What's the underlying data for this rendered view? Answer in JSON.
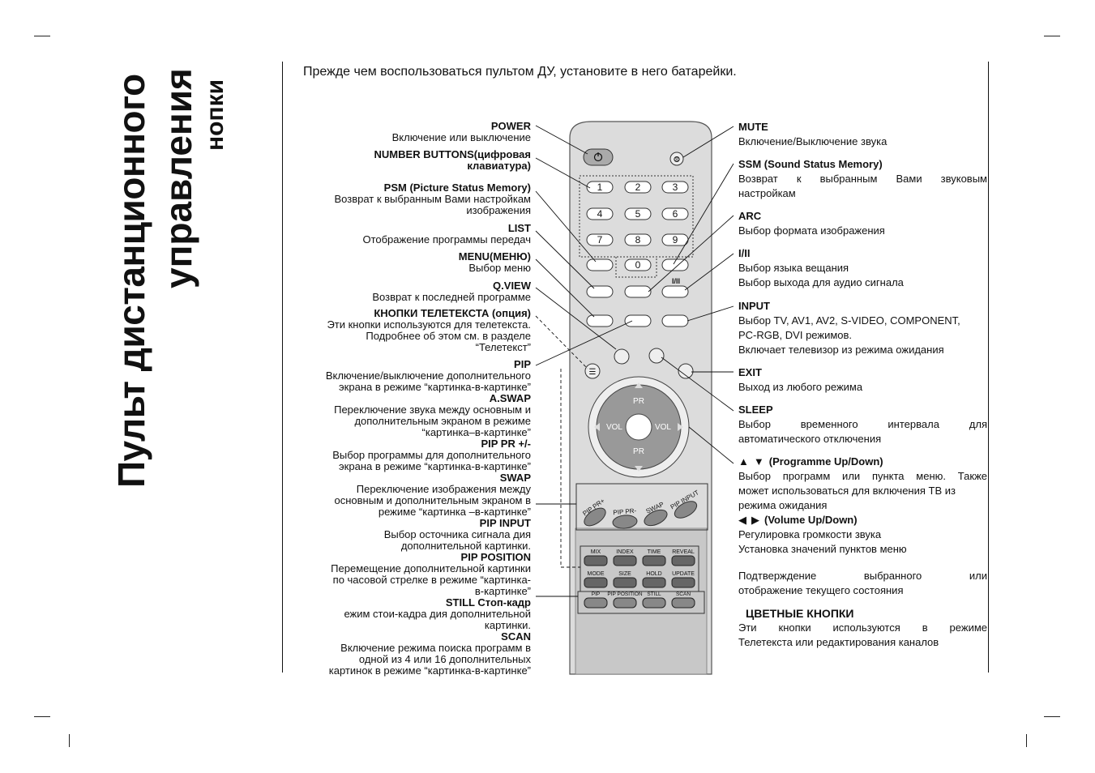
{
  "sidebar": {
    "title_line1": "Пульт дистанционного",
    "title_line2": "управления",
    "subtitle": "нопки"
  },
  "intro": "Прежде чем воспользоваться пультом ДУ, установите в него батарейки.",
  "left_labels": [
    {
      "title": "POWER",
      "text": [
        "Включение или выключение"
      ]
    },
    {
      "title": "NUMBER BUTTONS(цифровая",
      "text_bold": "клавиатура)"
    },
    {
      "title": "PSM (Picture Status Memory)",
      "text": [
        "Возврат к выбранным Вами настройкам",
        "изображения"
      ]
    },
    {
      "title": "LIST",
      "text": [
        "Отображение программы передач"
      ]
    },
    {
      "title": "MENU(МЕНЮ)",
      "text": [
        "Выбор меню"
      ]
    },
    {
      "title": "Q.VIEW",
      "text": [
        "Возврат к последней программе"
      ]
    },
    {
      "title": "КНОПКИ ТЕЛЕТЕКСТА (опция)",
      "text": [
        "Эти кнопки используются для телетекста.",
        "Подробнее об этом см. в разделе",
        "“Телетекст”"
      ]
    },
    {
      "title": "PIP",
      "text": [
        "Включение/выключение дополнительного",
        "экрана в режиме “картинка-в-картинке”"
      ]
    },
    {
      "title": "A.SWAP",
      "text": [
        "Переключение звука между основным и",
        "дополнительным экраном в режиме",
        "“картинка–в-картинке”"
      ]
    },
    {
      "title": "PIP PR +/-",
      "text": [
        "Выбор программы для дополнительного",
        "экрана в режиме “картинка-в-картинке”"
      ]
    },
    {
      "title": "SWAP",
      "text": [
        "Переключение изображения между",
        "основным и дополнительным экраном в",
        "режиме “картинка –в-картинке”"
      ]
    },
    {
      "title": "PIP INPUT",
      "text": [
        "Выбор осточника сигнала дия",
        "дополнительной картинки."
      ]
    },
    {
      "title": "PIP POSITION",
      "text": [
        "Перемещение дополнительной картинки",
        "по часовой стрелке в режиме “картинка-",
        "в-картинке”"
      ]
    },
    {
      "title": "STILL Стоп-кадр",
      "text": [
        "ежим стои-кадра дия дополнительной",
        "картинки."
      ]
    },
    {
      "title": "SCAN",
      "text": [
        "Включение режима поиска программ в",
        "одной из 4 или 16 дополнительных",
        "картинок в режиме “картинка-в-картинке”"
      ]
    }
  ],
  "right_labels": {
    "mute_title": "MUTE",
    "mute_text": "Включение/Выключение звука",
    "ssm_title": "SSM (Sound Status Memory)",
    "ssm_text1": "Возврат к выбранным Вами звуковым",
    "ssm_text2": "настройкам",
    "arc_title": "ARC",
    "arc_text": "Выбор формата изображения",
    "i_ii_title": "I/II",
    "i_ii_text1": "Выбор языка вещания",
    "i_ii_text2": "Выбор выхода для аудио сигнала",
    "input_title": "INPUT",
    "input_text1": "Выбор TV, AV1, AV2, S-VIDEO, COMPONENT,",
    "input_text2": "PC-RGB, DVI режимов.",
    "input_text3": "Включает телевизор из режима ожидания",
    "exit_title": "EXIT",
    "exit_text": "Выход из любого режима",
    "sleep_title": "SLEEP",
    "sleep_text1": "Выбор временного интервала для",
    "sleep_text2": "автоматического отключения",
    "prog_title": "(Programme Up/Down)",
    "prog_text1": "Выбор программ или пункта меню. Также",
    "prog_text2": "может использоваться для включения ТВ из",
    "prog_text3": "режима ожидания",
    "vol_title": "(Volume Up/Down)",
    "vol_text1": "Регулировка громкости звука",
    "vol_text2": "Установка значений пунктов меню",
    "ok_text1": "Подтверждение выбранного или",
    "ok_text2": "отображение текущего состояния",
    "color_title": "ЦВЕТНЫЕ КНОПКИ",
    "color_text1": "Эти кнопки используются в режиме",
    "color_text2": "Телетекста или редактирования каналов"
  },
  "remote": {
    "digits": [
      "1",
      "2",
      "3",
      "4",
      "5",
      "6",
      "7",
      "8",
      "9",
      "0"
    ],
    "i_ii_label": "I/II",
    "pr_label": "PR",
    "vol_label": "VOL",
    "pip_buttons": [
      "PIP PR+",
      "PIP PR-",
      "SWAP",
      "PIP INPUT"
    ],
    "teletext_row1": [
      "MIX",
      "INDEX",
      "TIME",
      "REVEAL"
    ],
    "teletext_row2": [
      "MODE",
      "SIZE",
      "HOLD",
      "UPDATE"
    ],
    "bottom_row": [
      "PIP",
      "PIP POSITION",
      "STILL",
      "SCAN"
    ]
  }
}
